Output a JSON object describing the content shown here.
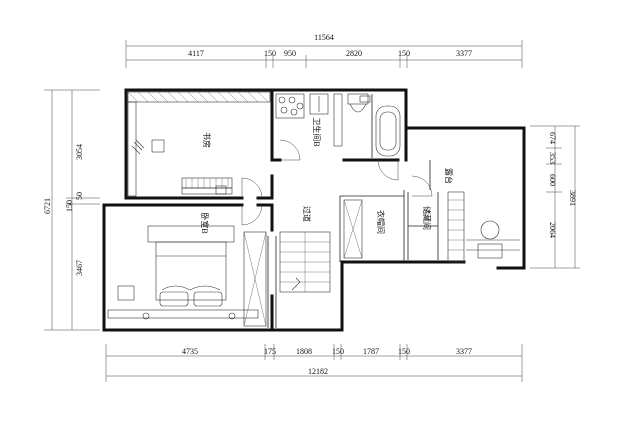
{
  "dimensions": {
    "top_total": "11564",
    "top_segments": [
      "4117",
      "150",
      "950",
      "2820",
      "150",
      "3377"
    ],
    "bottom_segments": [
      "4735",
      "175",
      "1808",
      "150",
      "1787",
      "150",
      "3377"
    ],
    "bottom_total": "12182",
    "left_segments": [
      "3054",
      "50",
      "150",
      "3467"
    ],
    "left_total": "6721",
    "right_segments": [
      "674",
      "353",
      "600",
      "2064"
    ],
    "right_total": "3891"
  },
  "rooms": {
    "study": "书房",
    "bathroom_b": "卫生间B",
    "terrace": "露台",
    "bedroom_b": "卧室B",
    "corridor": "过道",
    "cloakroom": "衣帽间",
    "storage": "储藏间"
  }
}
